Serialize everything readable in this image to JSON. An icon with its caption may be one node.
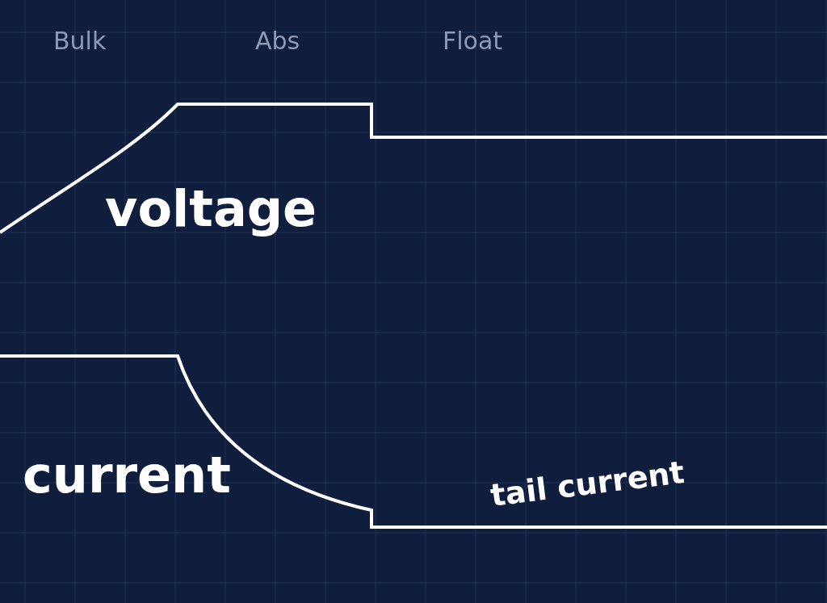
{
  "diagram": {
    "labels": [
      "Bulk",
      "Abs",
      "Float",
      "voltage",
      "current",
      "tail current"
    ]
  }
}
